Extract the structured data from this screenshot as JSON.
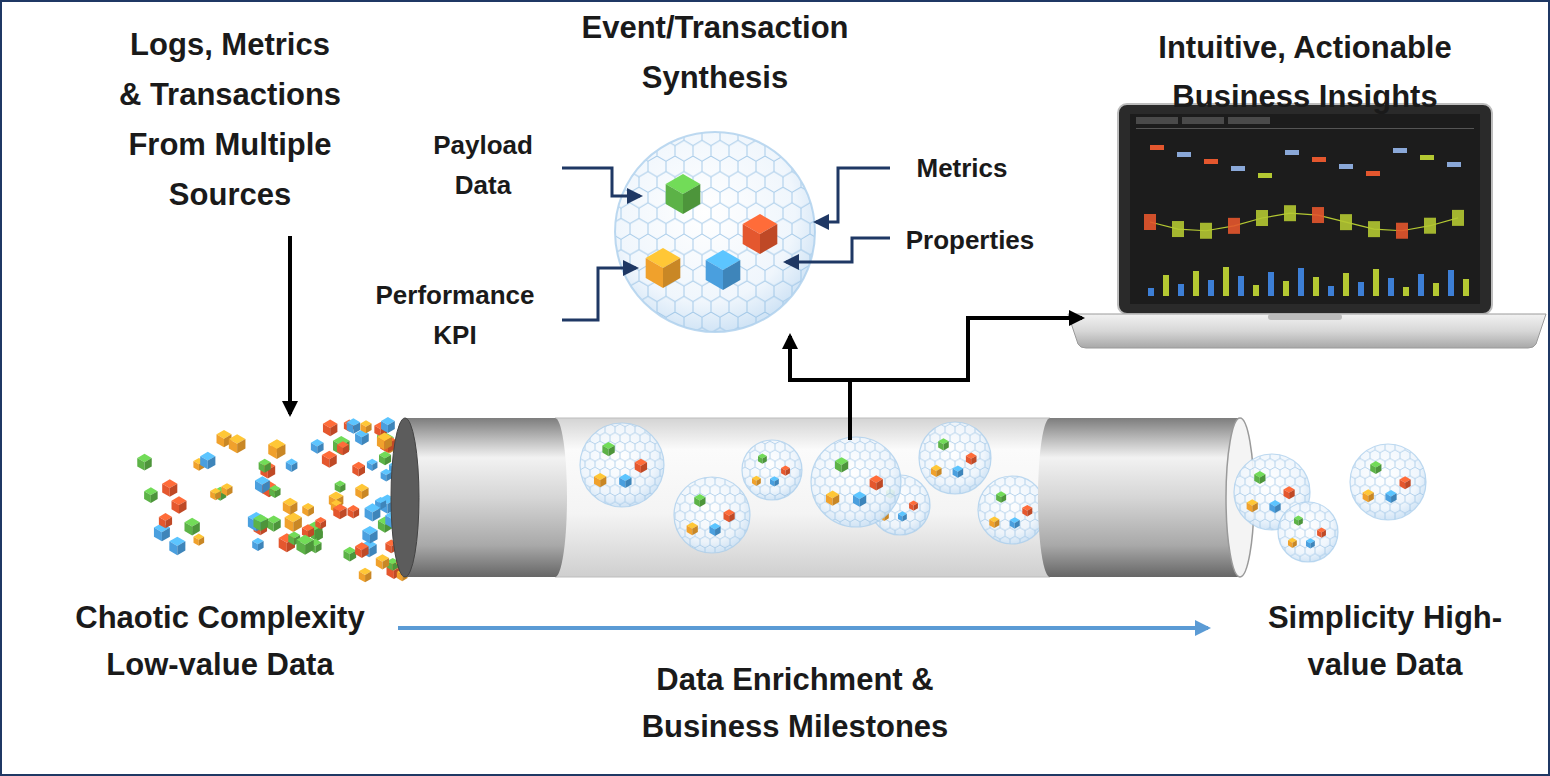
{
  "diagram": {
    "nodes": [
      {
        "text": [
          "Event/Transaction Synthesis"
        ]
      },
      {
        "text": [
          "Intuitive, Actionable Business Insights"
        ]
      }
    ],
    "labels": [
      "Logs, Metrics & Transactions From Multiple Sources",
      "Payload Data",
      "Metrics",
      "Performance KPI",
      "Properties",
      "Chaotic Complexity Low-value Data",
      "Simplicity High-value Data",
      "Data Enrichment & Business Milestones"
    ]
  }
}
